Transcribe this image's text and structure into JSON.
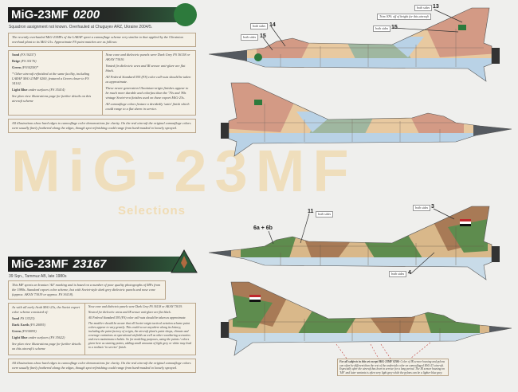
{
  "watermark": {
    "title": "MiG-23MF",
    "subtitle": "Selections"
  },
  "profile1": {
    "title": "MiG-23MF",
    "serial": "0200",
    "subtitle": "Squadron assignment not known.  Overhauled at Chuguyev ARZ, Ukraine 2004/5.",
    "intro": "The recently overhauled MiG-23MFs of the LARAF sport a camouflage scheme very similar to that applied by the Ukrainian overhaul plant to its MiG-21s.  Approximate FS paint matches are as follows:",
    "colors": [
      {
        "name": "Sand",
        "ref": "(FS 30257)"
      },
      {
        "name": "Beige",
        "ref": "(FS 30176)"
      },
      {
        "name": "Green",
        "ref": "(FS34258)*"
      }
    ],
    "footnote": "* Other aircraft refinished at the same facility, including LARAF MiG-23MF 0200, featured a Green closer to FS 34102.",
    "underside": {
      "name": "Light Blue",
      "text": "under surfaces (FS 35414)"
    },
    "plan_note": "See plan view illustrations page for further details on this aircraft scheme",
    "right_notes": [
      "Nose cone and dielectric panels were Dark Grey FS 36118 or AKAN 73010.",
      "Vanted fin dielectric area and IR sensor anti-glare are flat black.",
      "All Federal Standard 595 (FS) color call-outs should be taken as approximate.",
      "These newer generation Ukrainian-origin finishes appear to be much more durable and colorfast than the '70s and '80s vintage Soviet-era finishes used on these export MiG-23s.",
      "All camouflage colors feature a decidedly 'satin' finish which could range to a flat sheen in service."
    ],
    "disclaimer": "All illustrations show hard edges to camouflage color demarcations for clarity. On the real aircraft the original camouflage colors were usually finely feathered along the edges, though spot refinishing could range from hard-masked to loosely sprayed.",
    "callouts": [
      {
        "label": "both sides",
        "num": "15"
      },
      {
        "label": "both sides",
        "num": "14"
      },
      {
        "label": "both sides",
        "num": "15"
      },
      {
        "label": "both sides",
        "num": "13"
      },
      {
        "label": "Trim 30% off of height for this aircraft"
      }
    ]
  },
  "profile2": {
    "title": "MiG-23MF",
    "serial": "23167",
    "subtitle": "39 Sqn., Tammuz AB, late 1980s",
    "intro": "This MF sports an Iranian 'All' marking and is based on a number of poor quality photographs of MFs from the 1980s. Standard export color scheme, but with Soviet-style dark grey dielectric panels and nose cone (approx. AKAN 73019 or approx. FS 36118).",
    "lead": "As with all early Arab MiG-23s, the Soviet export color scheme consisted of:",
    "colors": [
      {
        "name": "Sand",
        "ref": "FS 13523)"
      },
      {
        "name": "Dark Earth",
        "ref": "(FS 20095)"
      },
      {
        "name": "Green",
        "ref": "(FS34095)"
      }
    ],
    "underside": {
      "name": "Light Blue",
      "text": "under surfaces (FS 35622)"
    },
    "plan_note": "See plan view illustrations page for further details on this aircraft's scheme",
    "right_notes": [
      "Nose cone and dielectric panels were Dark Grey FS 36118 or AKAN 73019.",
      "Neutral for dielectric areas and IR sensor anti-glare are flat black.",
      "All Federal Standard 595 (FS) color call-outs should be taken as approximate.",
      "The modeler should be aware that all Soviet-origin tactical aviation scheme paint colors appear to vary greatly. This could occur anywhere along its history, including the paint factory of origin, the aircraft plant's paint shops, climate and coverage variations at operational airfields as well as other weathering scenarios and even maintenance habits. So for modeling purposes, using the paints / colors given here as starting points, adding small amounts of light grey or white may lead to a realistic 'in service' finish."
    ],
    "disclaimer": "All illustrations show hard edges to camouflage color demarcations for clarity. On the real aircraft the original camouflage colors were usually finely feathered along the edges, though spot refinishing could range from hard-masked to loosely sprayed.",
    "callouts": [
      {
        "label": "both sides",
        "num": "11"
      },
      {
        "label": "",
        "num": "6a + 6b"
      },
      {
        "label": "both sides",
        "num": "3"
      },
      {
        "label": "both sides",
        "num": "4"
      }
    ],
    "note": {
      "lead": "For all subjects in this set except MiG-23MF 0200:",
      "text": " Color of IR sensor housing and pylons can often be different than the rest of the underside color on camouflaged MiG-23 aircraft. Especially after the aircraft has been in service for a long period. The IR sensor housing on 'MF' and later variants is often very light grey while the pylons can be a lighter blue grey."
    }
  },
  "colors": {
    "sand": "#e8c9a0",
    "pink": "#d39a85",
    "greengrey": "#9fb7a0",
    "blue": "#b9d2e6",
    "green": "#5e8c4e",
    "tan": "#d9b88a",
    "brown": "#a87a56"
  }
}
